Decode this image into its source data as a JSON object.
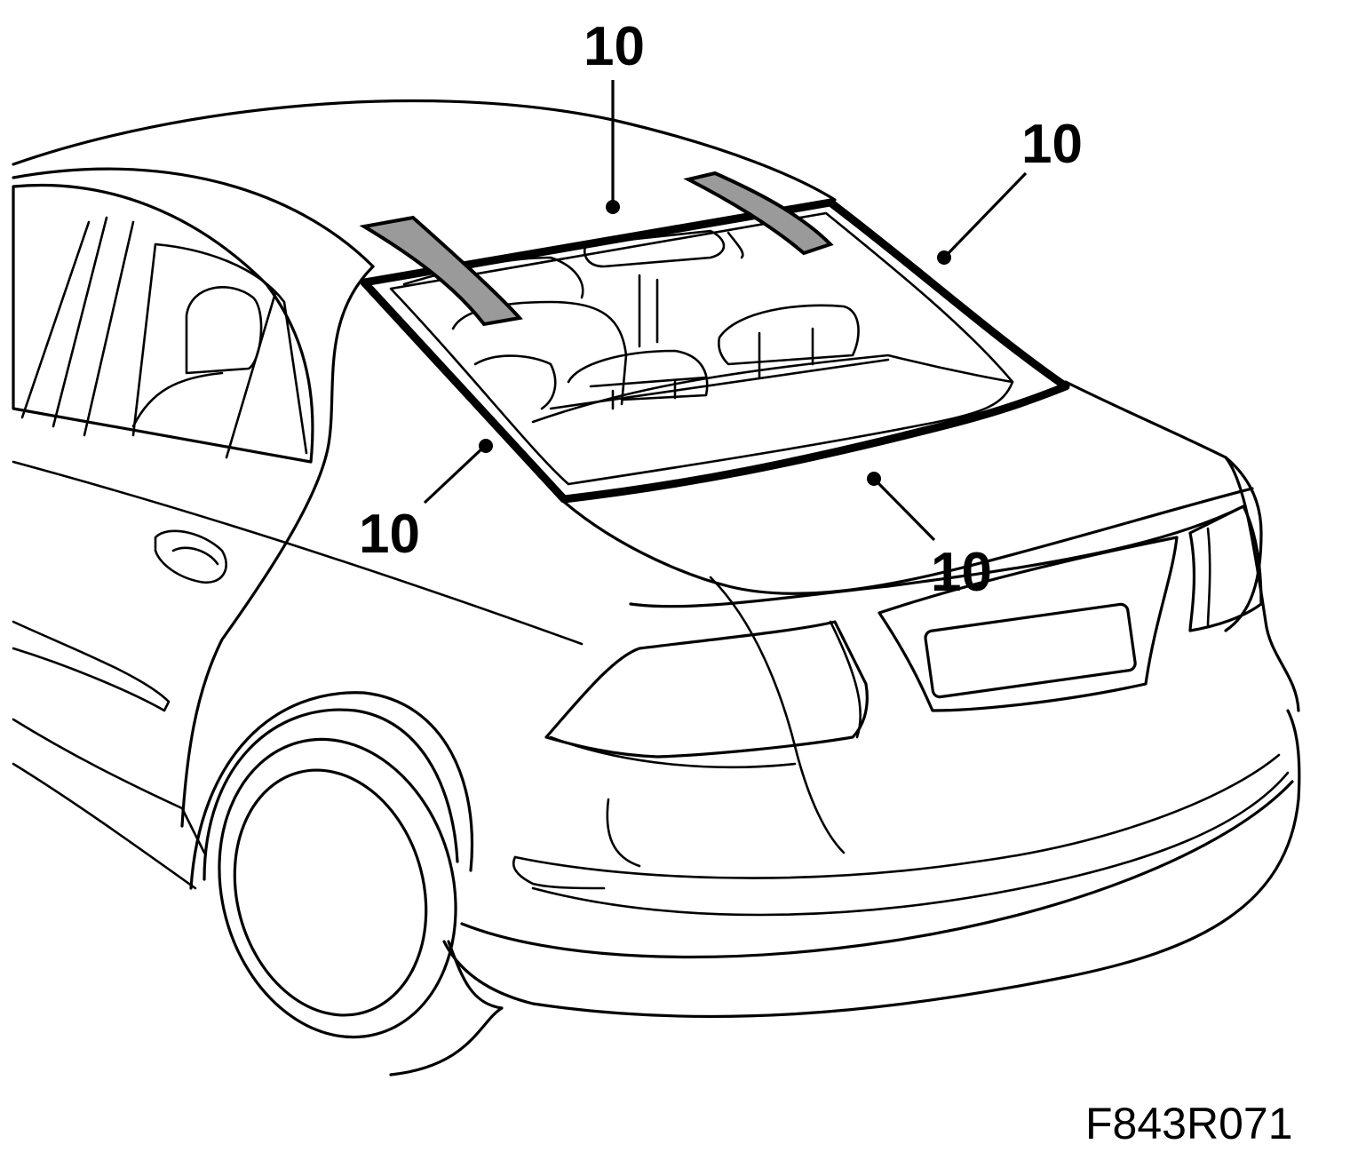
{
  "callouts": [
    {
      "label": "10"
    },
    {
      "label": "10"
    },
    {
      "label": "10"
    },
    {
      "label": "10"
    }
  ],
  "figure_code": "F843R071",
  "colors": {
    "line": "#000000",
    "background": "#ffffff",
    "seal_strip_fill": "#9a9a9a"
  }
}
